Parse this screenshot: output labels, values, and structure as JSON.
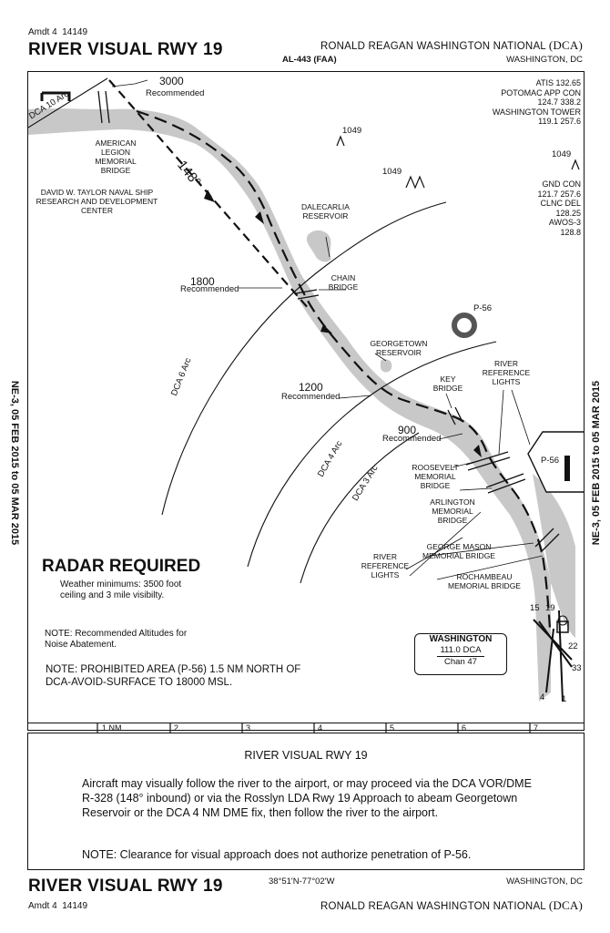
{
  "header": {
    "amendment": "Amdt 4",
    "number": "14149",
    "title": "RIVER VISUAL RWY 19",
    "airport_name": "RONALD REAGAN WASHINGTON NATIONAL",
    "airport_code": "(DCA)",
    "procedure_id": "AL-443 (FAA)",
    "city": "WASHINGTON, DC"
  },
  "side_text": {
    "left": "NE-3, 05 FEB 2015 to 05 MAR 2015",
    "right": "NE-3, 05 FEB 2015 to 05 MAR 2015"
  },
  "frequencies": {
    "top": [
      "ATIS 132.65",
      "POTOMAC APP CON",
      "124.7  338.2",
      "WASHINGTON TOWER",
      "119.1  257.6"
    ],
    "ground": [
      "GND CON",
      "121.7  257.6",
      "CLNC DEL",
      "128.25",
      "AWOS-3",
      "128.8"
    ]
  },
  "map": {
    "alt_3000": "3000",
    "alt_1800": "1800",
    "alt_1200": "1200",
    "alt_900": "900",
    "recommended": "Recommended",
    "course": "148°",
    "arc_10": "DCA 10 Arc",
    "arc_6": "DCA 6 Arc",
    "arc_4": "DCA 4 Arc",
    "arc_3": "DCA 3 Arc",
    "obstacle_1": "1049",
    "obstacle_2": "1049",
    "obstacle_3": "1049",
    "landmarks": {
      "legion_bridge": "AMERICAN LEGION MEMORIAL BRIDGE",
      "taylor_center": "DAVID W. TAYLOR NAVAL SHIP RESEARCH AND DEVELOPMENT CENTER",
      "dalecarlia": "DALECARLIA RESERVOIR",
      "chain_bridge": "CHAIN BRIDGE",
      "georgetown_res": "GEORGETOWN RESERVOIR",
      "key_bridge": "KEY BRIDGE",
      "river_lights_1": "RIVER REFERENCE LIGHTS",
      "roosevelt": "ROOSEVELT MEMORIAL BRIDGE",
      "arlington": "ARLINGTON MEMORIAL BRIDGE",
      "river_lights_2": "RIVER REFERENCE LIGHTS",
      "george_mason": "GEORGE MASON MEMORIAL BRIDGE",
      "rochambeau": "ROCHAMBEAU MEMORIAL BRIDGE",
      "p56_north": "P-56",
      "p56_east": "P-56"
    },
    "runways": [
      "1",
      "19",
      "15",
      "33",
      "4",
      "22"
    ],
    "vor": {
      "name": "WASHINGTON",
      "freq": "111.0 DCA",
      "chan": "Chan 47"
    },
    "radar_required": "RADAR REQUIRED",
    "weather_minimums": "Weather minimums: 3500 foot ceiling and 3 mile visibilty.",
    "note_altitudes": "NOTE: Recommended Altitudes for Noise Abatement.",
    "note_prohibited": "NOTE: PROHIBITED AREA (P-56) 1.5 NM NORTH OF DCA-AVOID-SURFACE TO 18000 MSL."
  },
  "scale": {
    "labels": [
      "1 NM",
      "2",
      "3",
      "4",
      "5",
      "6",
      "7"
    ]
  },
  "procedure_text": {
    "heading": "RIVER VISUAL RWY 19",
    "body": "Aircraft may visually follow the river to the airport, or may proceed via the DCA VOR/DME R-328 (148° inbound) or via the Rosslyn LDA Rwy 19 Approach to abeam Georgetown Reservoir or the DCA 4 NM DME fix, then follow the river to the airport.",
    "note": "NOTE: Clearance for visual approach does not authorize penetration of P-56."
  },
  "footer": {
    "title": "RIVER VISUAL RWY 19",
    "coords": "38°51'N-77°02'W",
    "city": "WASHINGTON, DC",
    "amendment": "Amdt 4",
    "number": "14149",
    "airport_name": "RONALD REAGAN WASHINGTON NATIONAL",
    "airport_code": "(DCA)"
  }
}
